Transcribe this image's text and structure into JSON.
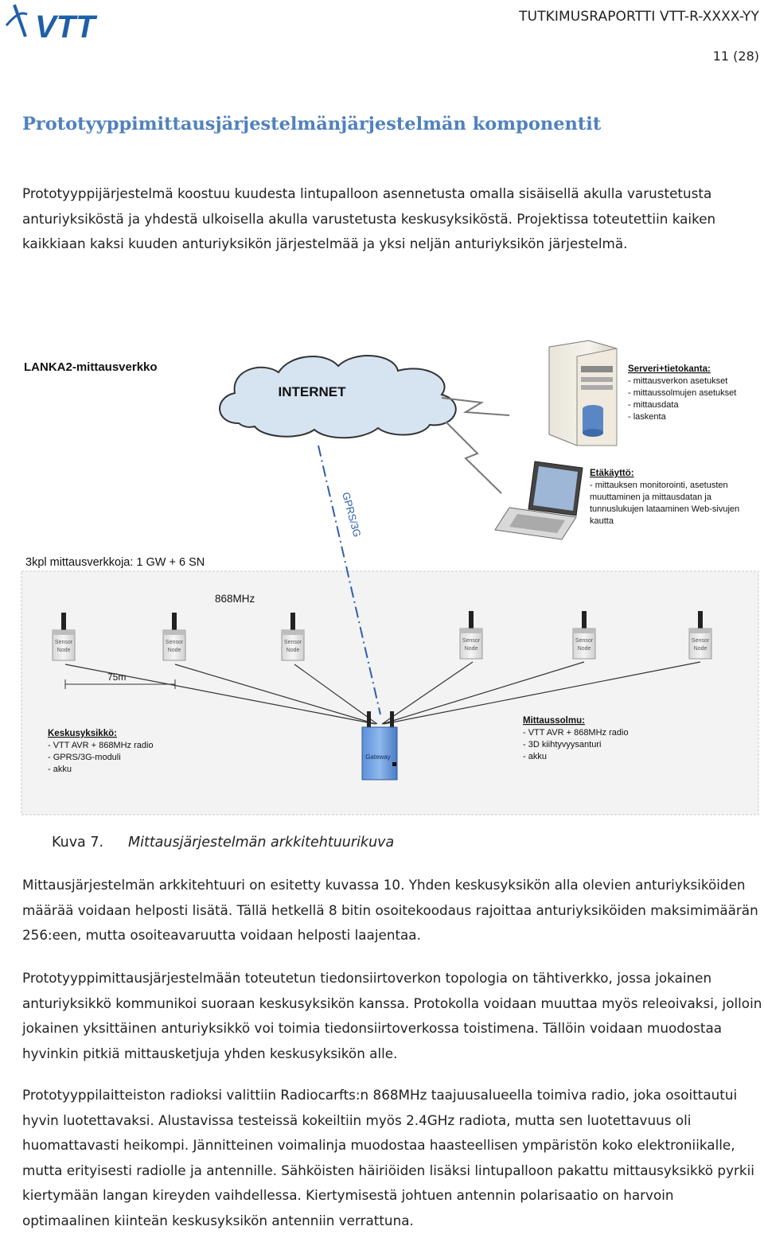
{
  "header": {
    "logo_text": "VTT",
    "report_id": "TUTKIMUSRAPORTTI VTT-R-XXXX-YY",
    "page": "11 (28)"
  },
  "heading": "Prototyyppimittausjärjestelmänjärjestelmän komponentit",
  "paragraph1": "Prototyyppijärjestelmä koostuu kuudesta lintupalloon asennetusta omalla sisäisellä akulla varustetusta anturiyksiköstä ja yhdestä ulkoisella akulla varustetusta keskusyksiköstä. Projektissa toteutettiin kaiken kaikkiaan kaksi kuuden anturiyksikön järjestelmää ja yksi neljän anturiyksikön järjestelmä.",
  "diagram": {
    "title": "LANKA2-mittausverkko",
    "cloud_label": "INTERNET",
    "link_label": "GPRS/3G",
    "server_title": "Serveri+tietokanta:",
    "server_items": [
      "- mittausverkon asetukset",
      "- mittaussolmujen asetukset",
      "- mittausdata",
      "- laskenta"
    ],
    "remote_title": "Etäkäyttö:",
    "remote_items": [
      "- mittauksen monitorointi, asetusten",
      "muuttaminen ja mittausdatan ja",
      "tunnuslukujen lataaminen Web-sivujen",
      "kautta"
    ],
    "networks_label": "3kpl mittausverkkoja:  1 GW + 6 SN",
    "radio_label": "868MHz",
    "distance_label": "75m",
    "sensor_node_label": [
      "Sensor",
      "Node"
    ],
    "gateway_label": "Gateway",
    "central_title": "Keskusyksikkö:",
    "central_items": [
      "- VTT AVR + 868MHz radio",
      "- GPRS/3G-moduli",
      "- akku"
    ],
    "node_title": "Mittaussolmu:",
    "node_items": [
      "- VTT AVR + 868MHz radio",
      "- 3D kiihtyvyysanturi",
      "- akku"
    ]
  },
  "caption": {
    "number": "Kuva 7.",
    "text": "Mittausjärjestelmän arkkitehtuurikuva"
  },
  "paragraph2": "Mittausjärjestelmän arkkitehtuuri on esitetty kuvassa 10. Yhden keskusyksikön alla olevien anturiyksiköiden määrää voidaan helposti lisätä. Tällä hetkellä 8 bitin osoitekoodaus rajoittaa anturiyksiköiden maksimimäärän 256:een, mutta osoiteavaruutta voidaan helposti laajentaa.",
  "paragraph3": "Prototyyppimittausjärjestelmään toteutetun tiedonsiirtoverkon topologia on tähtiverkko, jossa jokainen anturiyksikkö kommunikoi suoraan keskusyksikön kanssa. Protokolla voidaan muuttaa myös releoivaksi, jolloin jokainen yksittäinen anturiyksikkö voi toimia tiedonsiirtoverkossa toistimena. Tällöin voidaan muodostaa hyvinkin pitkiä mittausketjuja yhden keskusyksikön alle.",
  "paragraph4": "Prototyyppilaitteiston radioksi valittiin Radiocarfts:n 868MHz taajuusalueella toimiva radio, joka osoittautui hyvin luotettavaksi. Alustavissa testeissä kokeiltiin myös 2.4GHz radiota, mutta sen luotettavuus oli huomattavasti heikompi. Jännitteinen voimalinja muodostaa haasteellisen ympäristön koko elektroniikalle, mutta erityisesti radiolle ja antennille. Sähköisten häiriöiden lisäksi lintupalloon pakattu mittausyksikkö pyrkii kiertymään langan kireyden vaihdellessa. Kiertymisestä johtuen antennin polarisaatio on harvoin optimaalinen kiinteän keskusyksikön antenniin verrattuna.",
  "colors": {
    "heading": "#4f81bd",
    "logo": "#1f5fa8",
    "cloud": "#d6e4f2",
    "link": "#2b5fae"
  }
}
